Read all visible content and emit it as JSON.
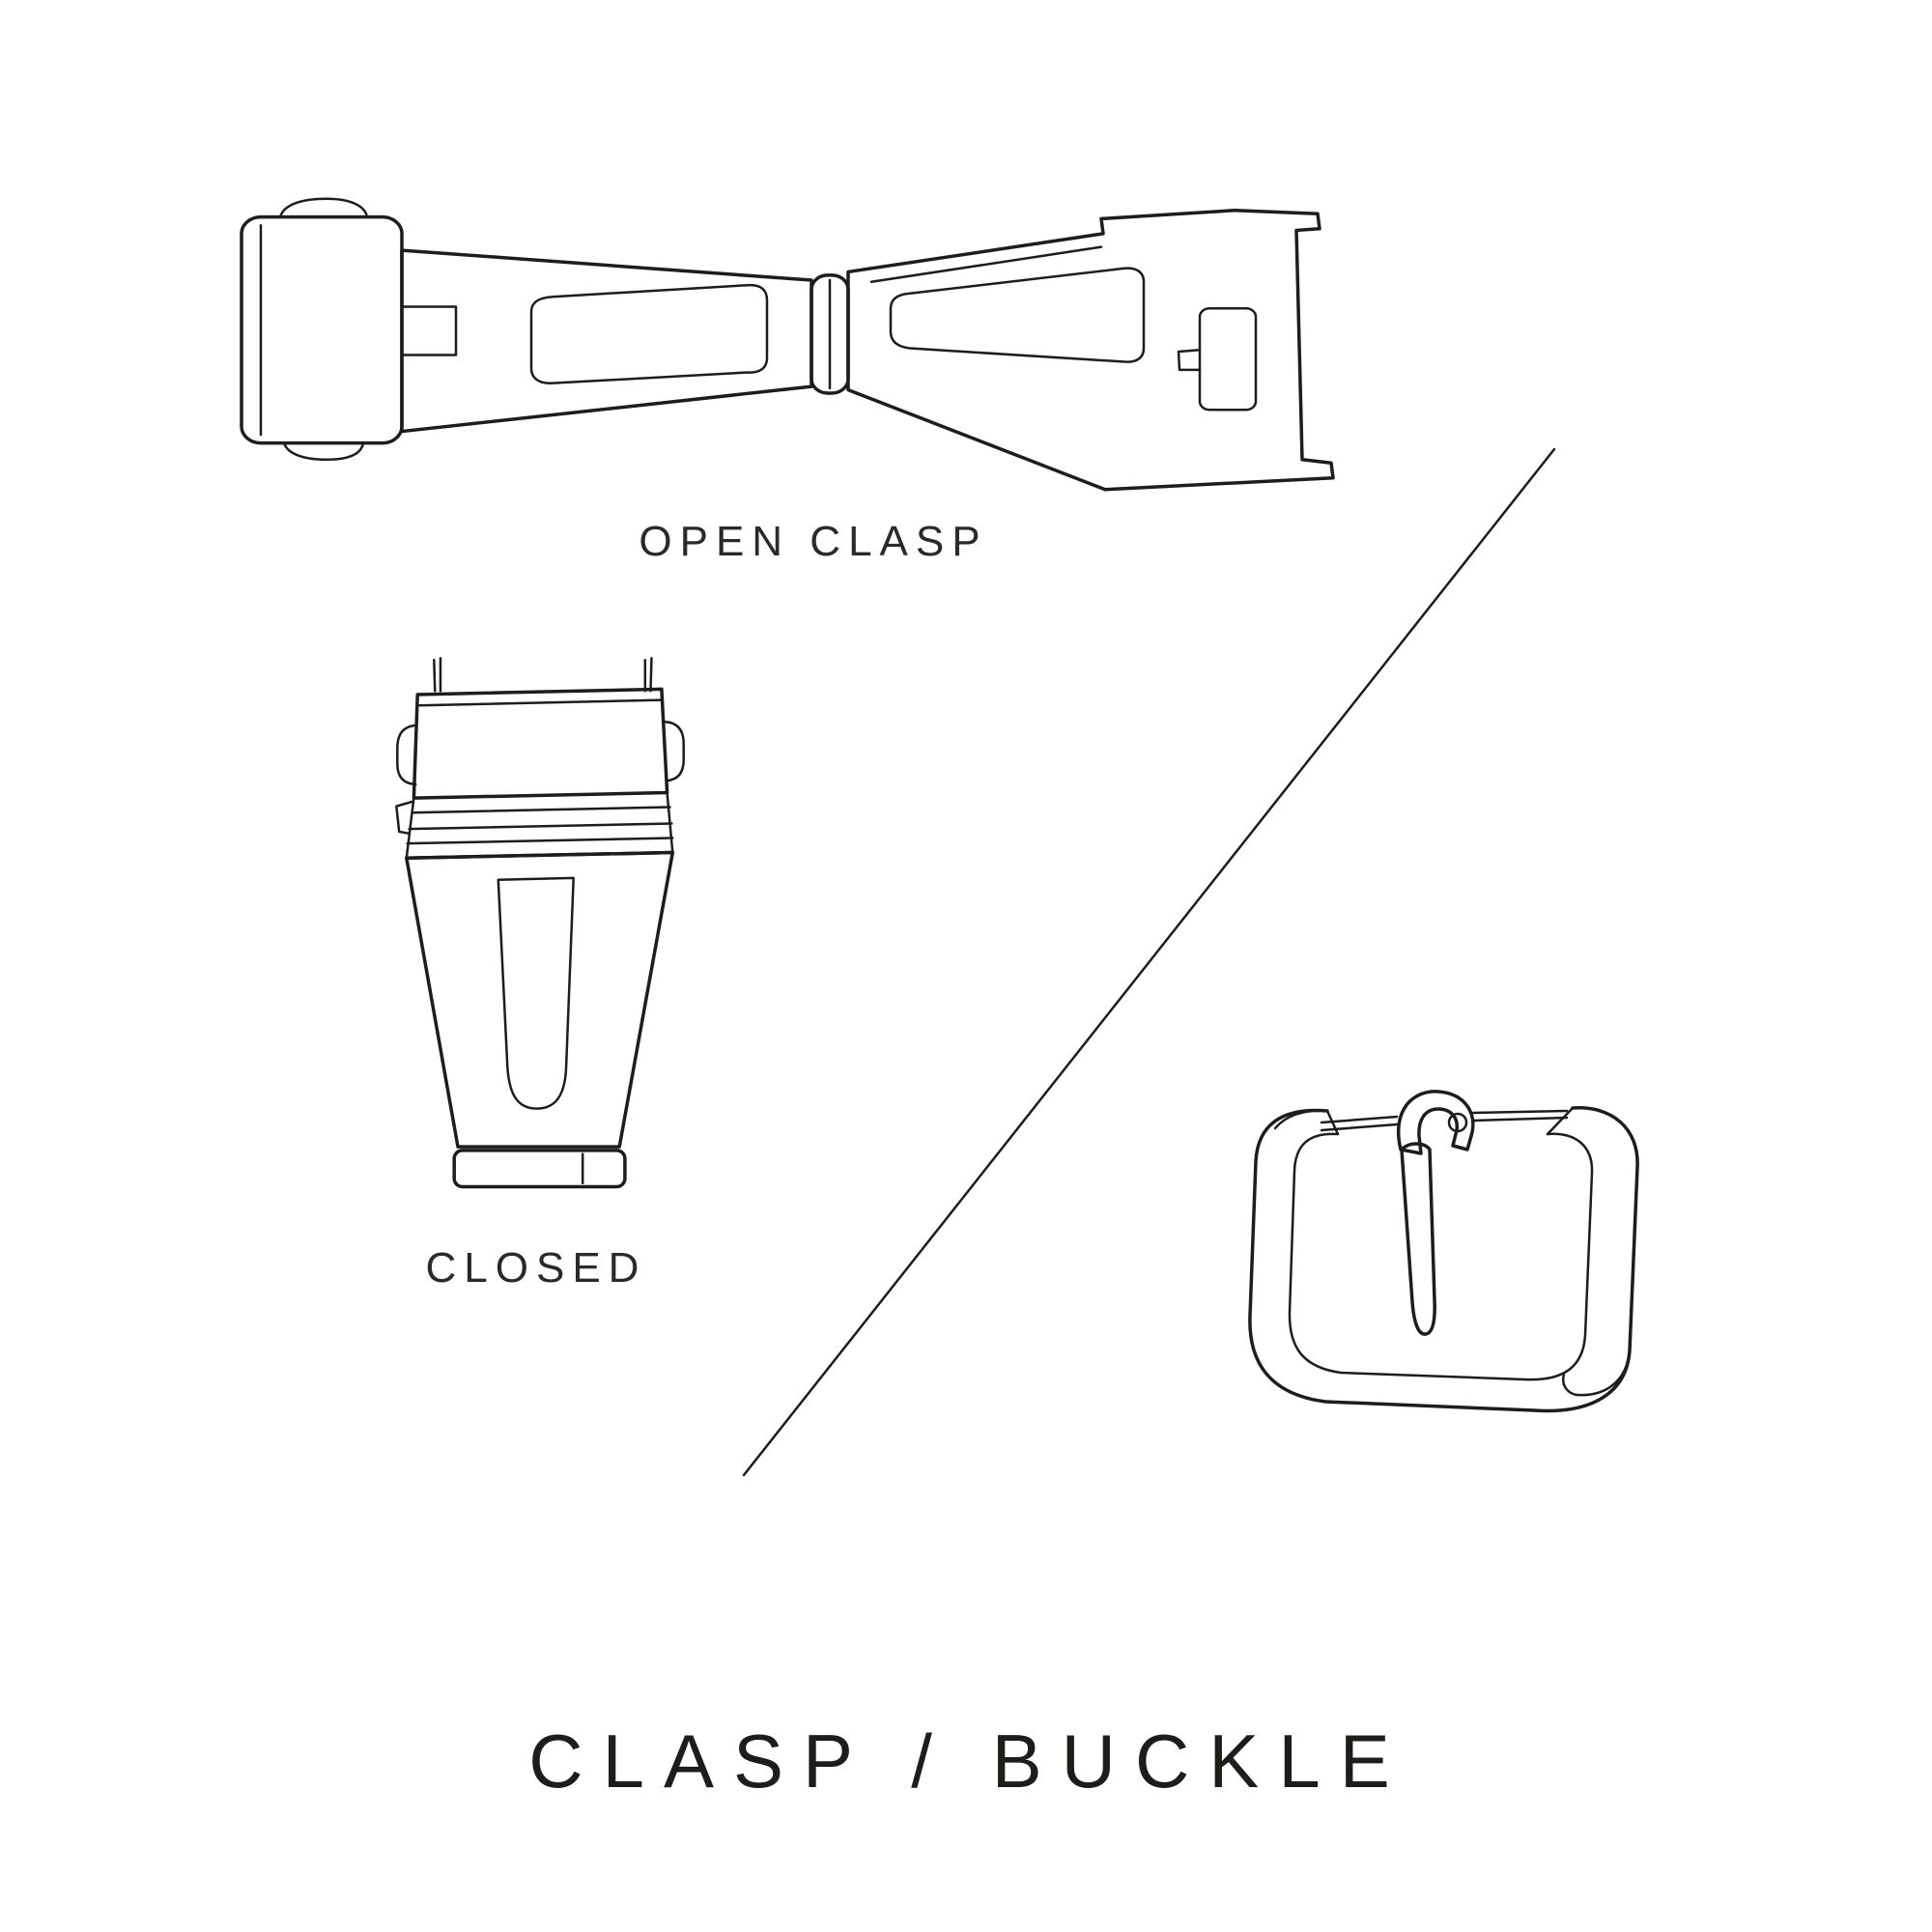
{
  "colors": {
    "background": "#ffffff",
    "ink": "#1d1d1b",
    "text": "#2b2a29"
  },
  "labels": {
    "open_clasp": "OPEN CLASP",
    "closed": "CLOSED"
  },
  "title": "CLASP / BUCKLE",
  "illustrations": [
    {
      "name": "open-clasp"
    },
    {
      "name": "closed-clasp"
    },
    {
      "name": "tang-buckle"
    }
  ]
}
